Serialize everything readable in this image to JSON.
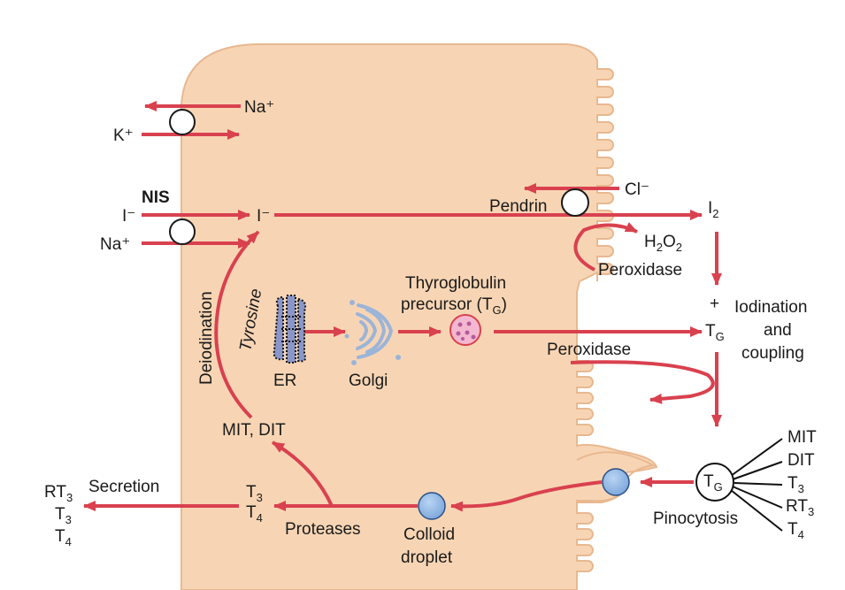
{
  "transport": {
    "na_out": "Na⁺",
    "k_in": "K⁺",
    "nis": "NIS",
    "iodide_ext": "I⁻",
    "na_in": "Na⁺",
    "iodide_int": "I⁻"
  },
  "apical": {
    "cl": "Cl⁻",
    "pendrin": "Pendrin",
    "i2_main": "I",
    "i2_sub": "2",
    "h2o2": {
      "a": "H",
      "b": "2",
      "c": "O",
      "d": "2"
    },
    "peroxidase_1": "Peroxidase",
    "plus": "+",
    "tg_main": "T",
    "tg_sub": "G",
    "iodination_lines": [
      "Iodination",
      "and",
      "coupling"
    ],
    "peroxidase_2": "Peroxidase"
  },
  "synthesis": {
    "deiodination": "Deiodination",
    "tyrosine": "Tyrosine",
    "er": "ER",
    "golgi": "Golgi",
    "tg_precursor_1": "Thyroglobulin",
    "tg_precursor_2a": "precursor (T",
    "tg_precursor_2b": "G",
    "tg_precursor_2c": ")",
    "mit_dit": "MIT, DIT"
  },
  "secretion": {
    "label": "Secretion",
    "outputs": [
      {
        "main": "RT",
        "sub": "3"
      },
      {
        "main": "T",
        "sub": "3"
      },
      {
        "main": "T",
        "sub": "4"
      }
    ],
    "internal": [
      {
        "main": "T",
        "sub": "3"
      },
      {
        "main": "T",
        "sub": "4"
      }
    ],
    "proteases": "Proteases",
    "colloid_1": "Colloid",
    "colloid_2": "droplet"
  },
  "colloid": {
    "tg_main": "T",
    "tg_sub": "G",
    "pinocytosis": "Pinocytosis",
    "components": [
      {
        "main": "MIT",
        "sub": ""
      },
      {
        "main": "DIT",
        "sub": ""
      },
      {
        "main": "T",
        "sub": "3"
      },
      {
        "main": "RT",
        "sub": "3"
      },
      {
        "main": "T",
        "sub": "4"
      }
    ]
  },
  "colors": {
    "cell_fill": "#f7d5b4",
    "cell_stroke": "#e6b48c",
    "arrow": "#d9414f",
    "droplet": "#8fb8e6",
    "organelle": "#9bb4d8"
  }
}
